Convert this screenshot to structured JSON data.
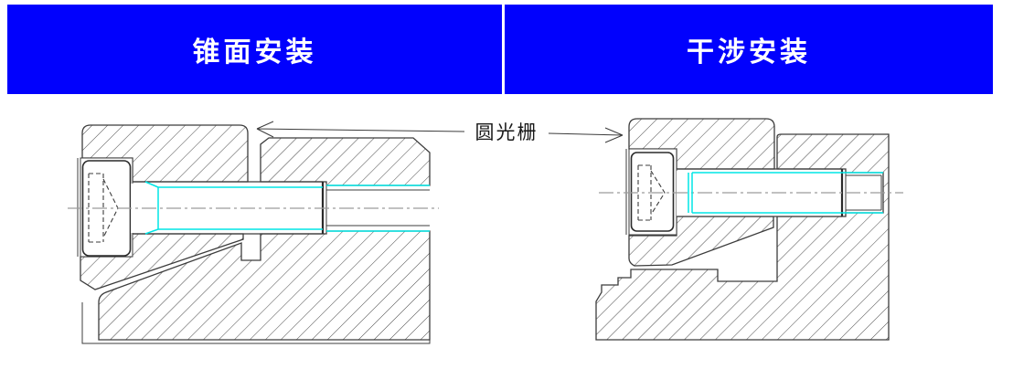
{
  "header": {
    "left_tab": "锥面安装",
    "right_tab": "干涉安装"
  },
  "figure": {
    "callout_label": "圆光栅",
    "left_drawing": "taper-mount cross-section",
    "right_drawing": "interference-mount cross-section"
  },
  "colors": {
    "header_bg": "#0101fd",
    "header_text": "#ffffff",
    "line": "#3c3c3c",
    "highlight": "#00e6e6",
    "centerline": "#9c9c9c"
  }
}
